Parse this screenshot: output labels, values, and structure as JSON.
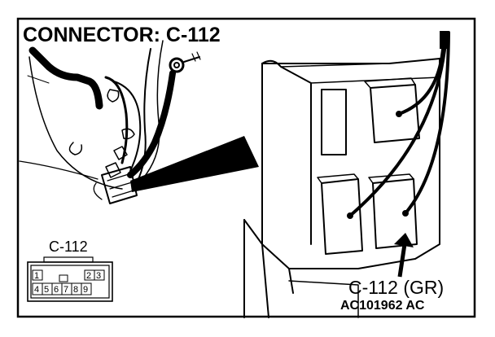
{
  "title": "CONNECTOR: C-112",
  "connector_label": "C-112",
  "pinout": {
    "top_row": [
      "1",
      "2",
      "3"
    ],
    "bottom_row": [
      "4",
      "5",
      "6",
      "7",
      "8",
      "9"
    ]
  },
  "callout": "C-112 (GR)",
  "figure_code": "AC101962 AC"
}
